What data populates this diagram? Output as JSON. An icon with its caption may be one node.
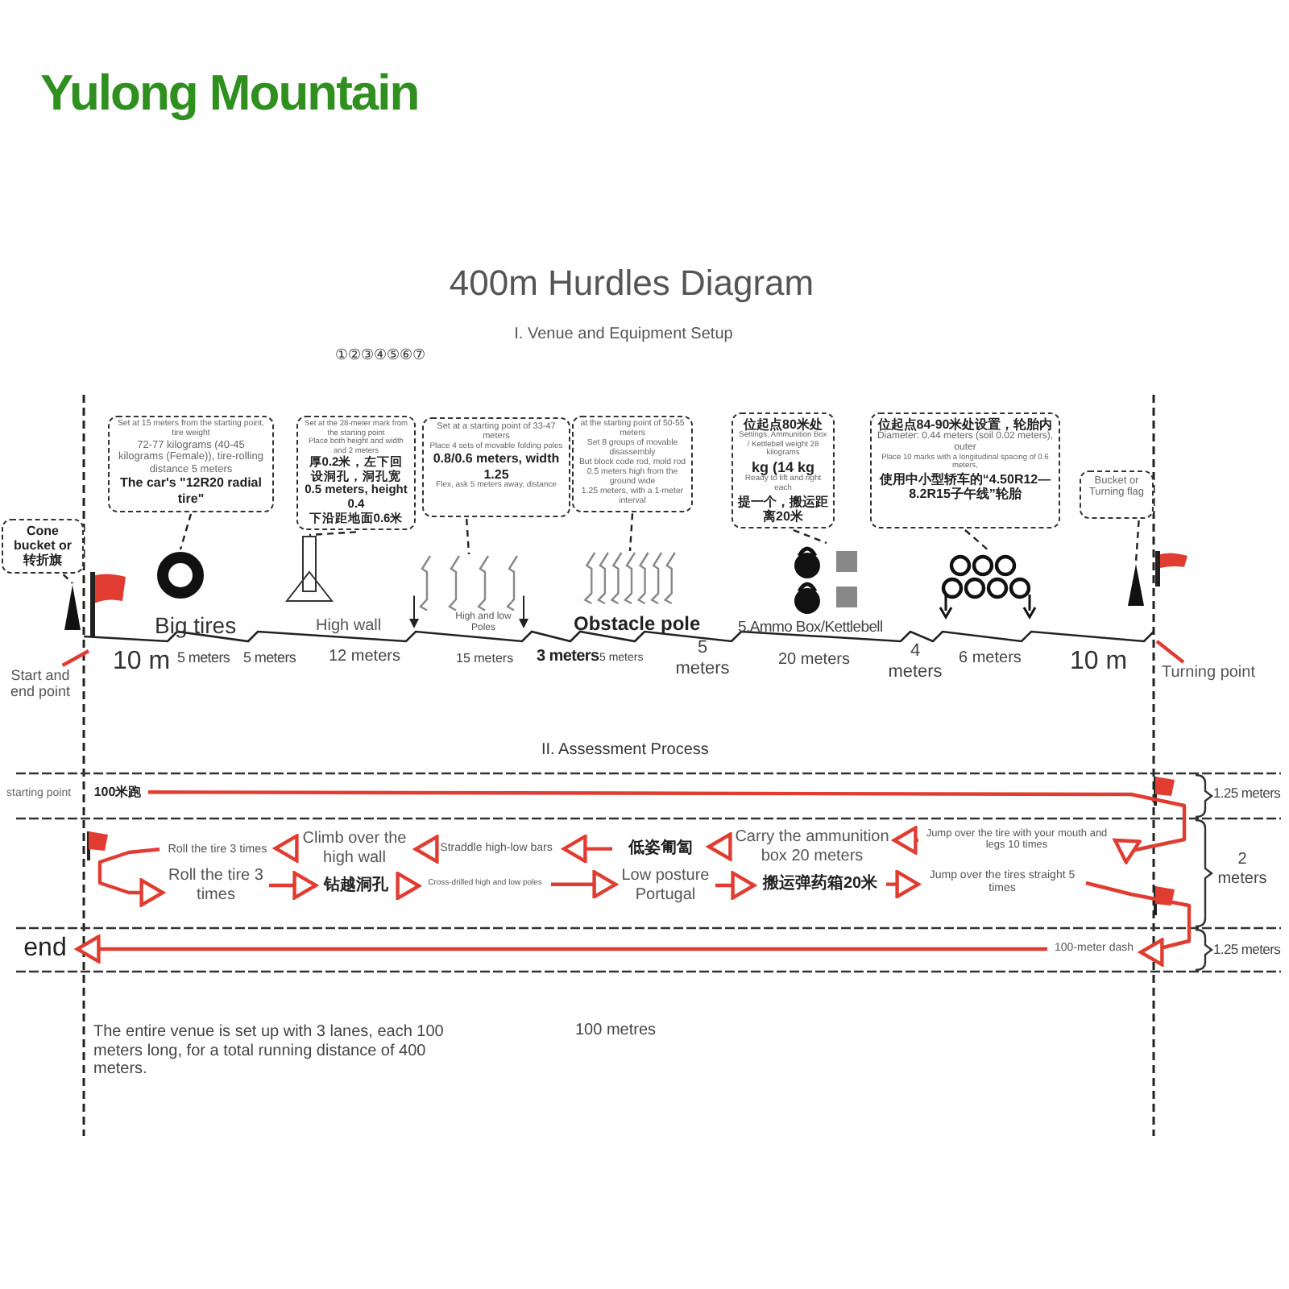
{
  "diagram": {
    "title": "400m Hurdles Diagram",
    "nodes": [
      {
        "text": [
          "Cone bucket or 转折旗"
        ]
      },
      {
        "text": [],
        "shape": "cone"
      },
      {
        "text": [],
        "shape": "flag"
      },
      {
        "text": [
          "Set at 15 meters from the starting point, tire weight",
          "72-77 kilograms (40-45 kilograms (Female)), tire-rolling distance 5 meters",
          "The car's \"12R20 radial tire\""
        ]
      },
      {
        "text": [],
        "shape": "tire"
      },
      {
        "text": [
          "Set at the 28-meter mark from the starting point",
          "Place both height and width and 2 meters",
          "厚0.2米，左下回设洞孔，洞孔宽0.5 meters, height 0.4",
          "下沿距地面0.6米"
        ]
      },
      {
        "text": [],
        "shape": "wall"
      },
      {
        "text": [
          "Set at a starting point of 33-47 meters",
          "Place 4 sets of movable folding poles",
          "0.8/0.6 meters, width 1.25",
          "Flex, ask 5 meters away, distance"
        ]
      },
      {
        "text": [],
        "shape": "poles"
      },
      {
        "text": [
          "at the starting point of 50-55 meters",
          "Set 8 groups of movable disassembly",
          "But block code rod, mold rod",
          "0.5 meters high from the ground wide",
          "1.25 meters, with a 1-meter interval"
        ]
      },
      {
        "text": [],
        "shape": "hurdles"
      },
      {
        "text": [
          "位起点80米处",
          "Settings, Ammunition Box / Kettlebell weight 28 kilograms",
          "kg (14 kg",
          "Ready to lift and right each",
          "提一个，搬运距离20米"
        ]
      },
      {
        "text": [],
        "shape": "kettlebells"
      },
      {
        "text": [
          "位起点84-90米处设置，轮胎内",
          "Diameter: 0.44 meters (soil 0.02 meters), outer",
          "Place 10 marks with a longitudinal spacing of 0.6 meters,",
          "使用中小型轿车的“4.50R12—8.2R15子午线”轮胎"
        ]
      },
      {
        "text": [],
        "shape": "tires"
      },
      {
        "text": [
          "Bucket or Turning flag"
        ]
      },
      {
        "text": [],
        "shape": "cone"
      },
      {
        "text": [],
        "shape": "flag"
      },
      {
        "text": [
          "Start and end point"
        ]
      },
      {
        "text": [
          "Turning point"
        ]
      },
      {
        "text": [
          "100米跑"
        ]
      },
      {
        "text": [
          "Jump over the tire with your mouth and legs 10 times"
        ]
      },
      {
        "text": [
          "Carry the ammunition box 20 meters"
        ]
      },
      {
        "text": [
          "低姿匍匐"
        ]
      },
      {
        "text": [
          "Straddle high-low bars"
        ]
      },
      {
        "text": [
          "Climb over the high wall"
        ]
      },
      {
        "text": [
          "Roll the tire 3 times"
        ]
      },
      {
        "text": [
          "Roll the tire 3 times"
        ]
      },
      {
        "text": [
          "钻越洞孔"
        ]
      },
      {
        "text": [
          "Cross-drilled high and low poles"
        ]
      },
      {
        "text": [
          "Low posture Portugal"
        ]
      },
      {
        "text": [
          "搬运弹药箱20米"
        ]
      },
      {
        "text": [
          "Jump over the tires straight 5 times"
        ]
      },
      {
        "text": [
          "100-meter dash"
        ]
      },
      {
        "text": [
          "end"
        ]
      }
    ],
    "edges": [
      {
        "from": 0,
        "to": 1,
        "arrow": "none",
        "style": "dashed",
        "color": "#222222"
      },
      {
        "from": 3,
        "to": 4,
        "arrow": "none",
        "style": "dashed",
        "color": "#222222"
      },
      {
        "from": 5,
        "to": 6,
        "arrow": "none",
        "style": "dashed",
        "color": "#222222"
      },
      {
        "from": 7,
        "to": 8,
        "arrow": "none",
        "style": "dashed",
        "color": "#222222"
      },
      {
        "from": 9,
        "to": 10,
        "arrow": "none",
        "style": "dashed",
        "color": "#222222"
      },
      {
        "from": 11,
        "to": 12,
        "arrow": "none",
        "style": "dashed",
        "color": "#222222"
      },
      {
        "from": 13,
        "to": 14,
        "arrow": "none",
        "style": "dashed",
        "color": "#222222"
      },
      {
        "from": 15,
        "to": 16,
        "arrow": "none",
        "style": "dashed",
        "color": "#222222"
      },
      {
        "from": 18,
        "to": null,
        "arrow": "none"
      },
      {
        "from": 19,
        "to": null,
        "arrow": "none"
      },
      {
        "from": 20,
        "to": 21,
        "arrow": "to"
      },
      {
        "from": 21,
        "to": 22,
        "arrow": "to"
      },
      {
        "from": 22,
        "to": 23,
        "arrow": "to"
      },
      {
        "from": 23,
        "to": 24,
        "arrow": "to"
      },
      {
        "from": 24,
        "to": 25,
        "arrow": "to"
      },
      {
        "from": 25,
        "to": 26,
        "arrow": "to"
      },
      {
        "from": 26,
        "to": 27,
        "arrow": "to"
      },
      {
        "from": 27,
        "to": 28,
        "arrow": "to"
      },
      {
        "from": 28,
        "to": 29,
        "arrow": "to"
      },
      {
        "from": 29,
        "to": 30,
        "arrow": "to"
      },
      {
        "from": 30,
        "to": 31,
        "arrow": "to"
      },
      {
        "from": 31,
        "to": 32,
        "arrow": "to"
      },
      {
        "from": 32,
        "to": 33,
        "arrow": "to"
      },
      {
        "from": 33,
        "to": 34,
        "arrow": "to"
      }
    ],
    "labels": [
      "Yulong Mountain",
      "I. Venue and Equipment Setup",
      "①②③④⑤⑥⑦",
      "Big tires",
      "High wall",
      "High and low Poles",
      "Obstacle pole",
      "5.Ammo Box/Kettlebell",
      "10 m",
      "5 meters",
      "5 meters",
      "12 meters",
      "15 meters",
      "3 meters",
      "5 meters",
      "5 meters",
      "20 meters",
      "4 meters",
      "6 meters",
      "10 m",
      "II. Assessment Process",
      "starting point",
      "1.25 meters",
      "2 meters",
      "1.25 meters",
      "100 metres",
      "The entire venue is set up with 3 lanes, each 100 meters long, for a total running distance of 400 meters."
    ]
  }
}
